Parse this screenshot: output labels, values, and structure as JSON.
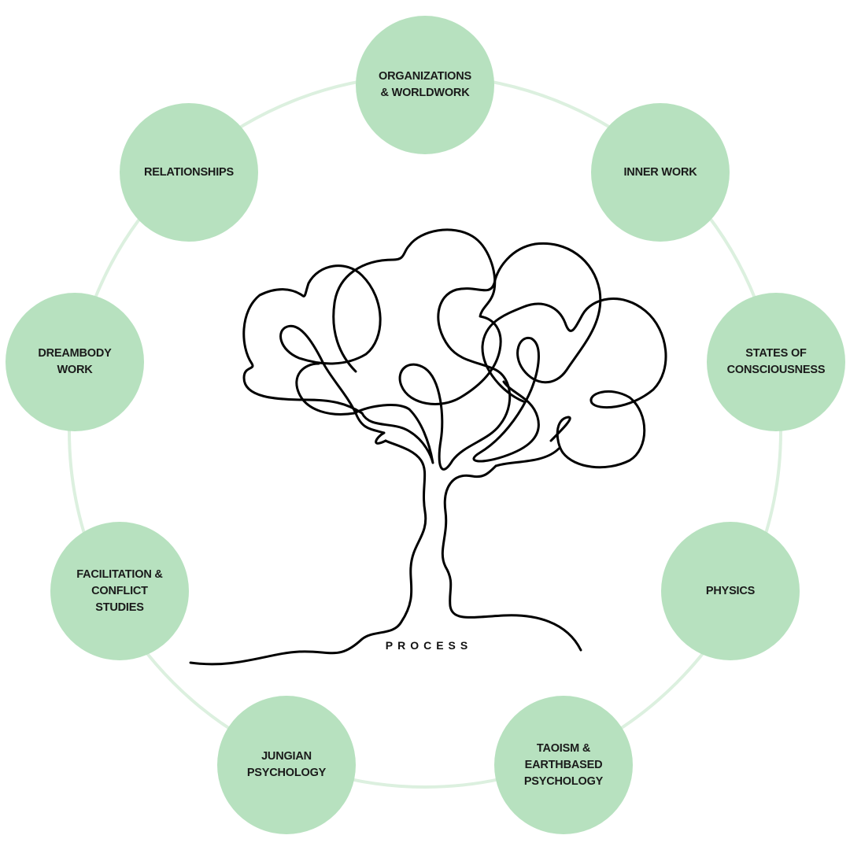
{
  "center_label": "PROCESS",
  "nodes": [
    {
      "label": "ORGANIZATIONS\n& WORLDWORK"
    },
    {
      "label": "INNER WORK"
    },
    {
      "label": "STATES OF\nCONSCIOUSNESS"
    },
    {
      "label": "PHYSICS"
    },
    {
      "label": "TAOISM &\nEARTHBASED\nPSYCHOLOGY"
    },
    {
      "label": "JUNGIAN\nPSYCHOLOGY"
    },
    {
      "label": "FACILITATION &\nCONFLICT\nSTUDIES"
    },
    {
      "label": "DREAMBODY\nWORK"
    },
    {
      "label": "RELATIONSHIPS"
    }
  ],
  "colors": {
    "node_fill": "#b7e1bf",
    "ring": "#dcf0df",
    "line": "#000000",
    "text": "#1a1a1a"
  },
  "icons": {
    "center_illustration": "line-art-tree-icon"
  }
}
